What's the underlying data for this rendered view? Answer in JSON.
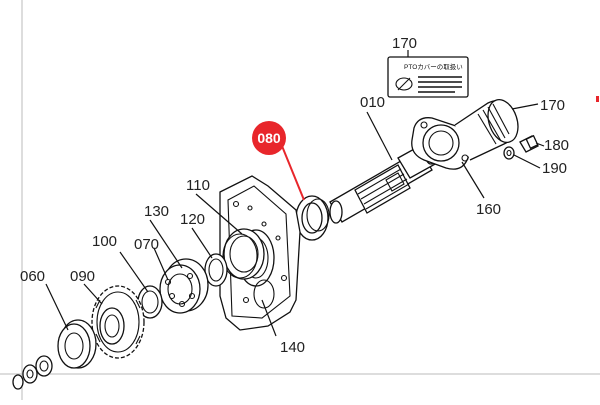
{
  "diagram": {
    "highlight": {
      "label": "080",
      "color": "#e8262b",
      "text_color": "#ffffff"
    },
    "labels": {
      "l010": "010",
      "l060": "060",
      "l070": "070",
      "l090": "090",
      "l100": "100",
      "l110": "110",
      "l120": "120",
      "l130": "130",
      "l140": "140",
      "l160": "160",
      "l170_top": "170",
      "l170_side": "170",
      "l180": "180",
      "l190": "190"
    },
    "decal": {
      "title": "PTOカバーの取扱い"
    },
    "colors": {
      "line": "#111111",
      "accent": "#e8262b"
    }
  }
}
